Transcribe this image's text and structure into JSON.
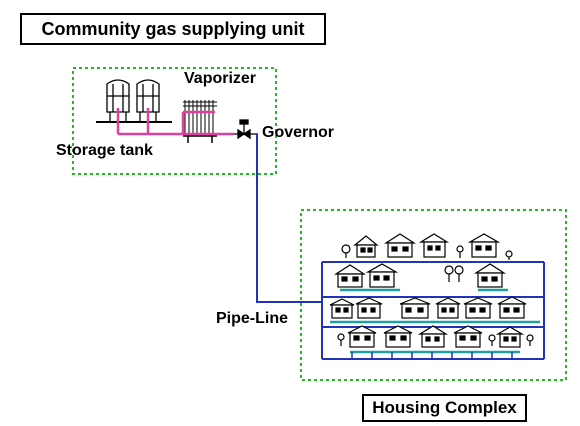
{
  "title": "Community gas supplying unit",
  "labels": {
    "vaporizer": "Vaporizer",
    "governor": "Governor",
    "storage_tank": "Storage tank",
    "pipe_line": "Pipe-Line",
    "housing_complex": "Housing Complex"
  },
  "colors": {
    "dashed_border": "#22bb22",
    "pipe_line": "#2233bb",
    "gas_pipe": "#e040a0",
    "service_line": "#20a0a0"
  }
}
